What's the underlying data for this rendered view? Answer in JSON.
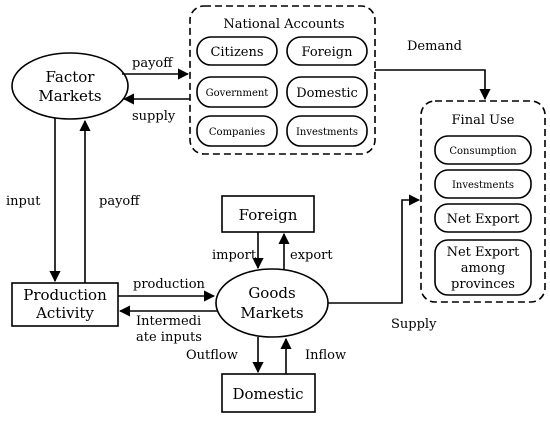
{
  "nodes": {
    "factor_markets": [
      "Factor",
      "Markets"
    ],
    "production_activity": [
      "Production",
      "Activity"
    ],
    "goods_markets": [
      "Goods",
      "Markets"
    ],
    "foreign": "Foreign",
    "domestic": "Domestic"
  },
  "national_accounts": {
    "title": "National Accounts",
    "items": [
      "Citizens",
      "Foreign",
      "Government",
      "Domestic",
      "Companies",
      "Investments"
    ]
  },
  "final_use": {
    "title": "Final Use",
    "items": [
      "Consumption",
      "Investments",
      "Net Export",
      [
        "Net Export",
        "among",
        "provinces"
      ]
    ]
  },
  "edges": {
    "payoff_top": "payoff",
    "supply_top": "supply",
    "demand": "Demand",
    "input": "input",
    "payoff_left": "payoff",
    "production": "production",
    "intermediate_inputs": [
      "Intermedi",
      "ate inputs"
    ],
    "import": "import",
    "export": "export",
    "outflow": "Outflow",
    "inflow": "Inflow",
    "supply_bottom": "Supply"
  }
}
